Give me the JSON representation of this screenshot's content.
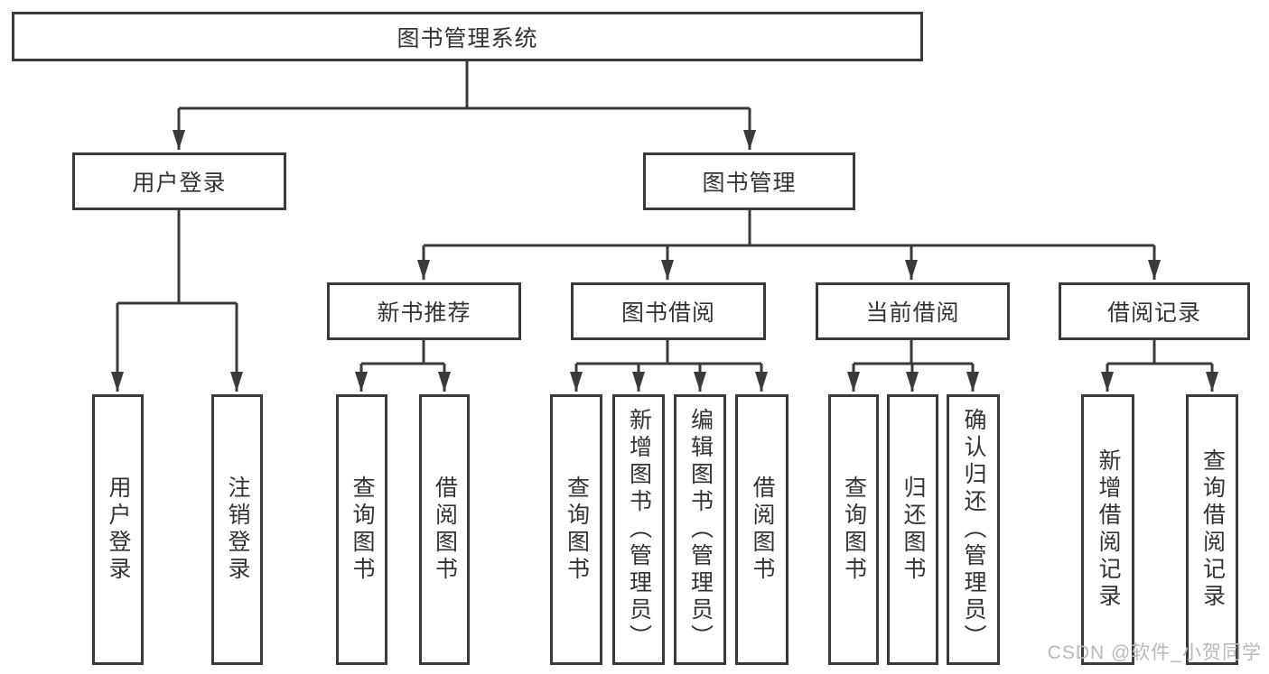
{
  "colors": {
    "line": "#3a3a3a",
    "text": "#333333",
    "watermark_text": "#b9b9b9",
    "background": "#ffffff"
  },
  "tree": {
    "root": "图书管理系统",
    "branches": [
      {
        "label": "用户登录",
        "children": [
          "用户登录",
          "注销登录"
        ]
      },
      {
        "label": "图书管理",
        "children": [
          {
            "label": "新书推荐",
            "children": [
              "查询图书",
              "借阅图书"
            ]
          },
          {
            "label": "图书借阅",
            "children": [
              "查询图书",
              "新增图书（管理员）",
              "编辑图书（管理员）",
              "借阅图书"
            ]
          },
          {
            "label": "当前借阅",
            "children": [
              "查询图书",
              "归还图书",
              "确认归还（管理员）"
            ]
          },
          {
            "label": "借阅记录",
            "children": [
              "新增借阅记录",
              "查询借阅记录"
            ]
          }
        ]
      }
    ]
  },
  "watermark": "CSDN @软件_小贺同学"
}
